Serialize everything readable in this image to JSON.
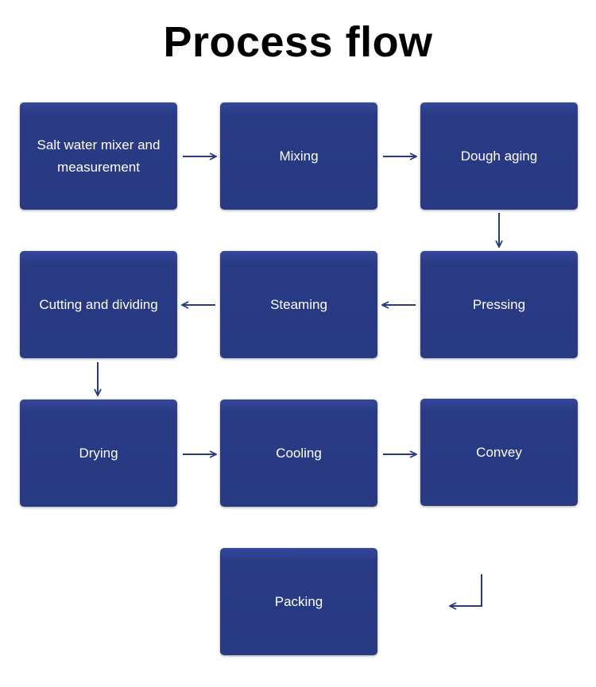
{
  "title": "Process flow",
  "steps": [
    {
      "label": "Salt water mixer and measurement"
    },
    {
      "label": "Mixing"
    },
    {
      "label": "Dough aging"
    },
    {
      "label": "Pressing"
    },
    {
      "label": "Steaming"
    },
    {
      "label": "Cutting and dividing"
    },
    {
      "label": "Drying"
    },
    {
      "label": "Cooling"
    },
    {
      "label": "Convey"
    },
    {
      "label": "Packing"
    }
  ],
  "colors": {
    "box": "#283a82",
    "arrow": "#283a82",
    "text": "#ffffff"
  }
}
